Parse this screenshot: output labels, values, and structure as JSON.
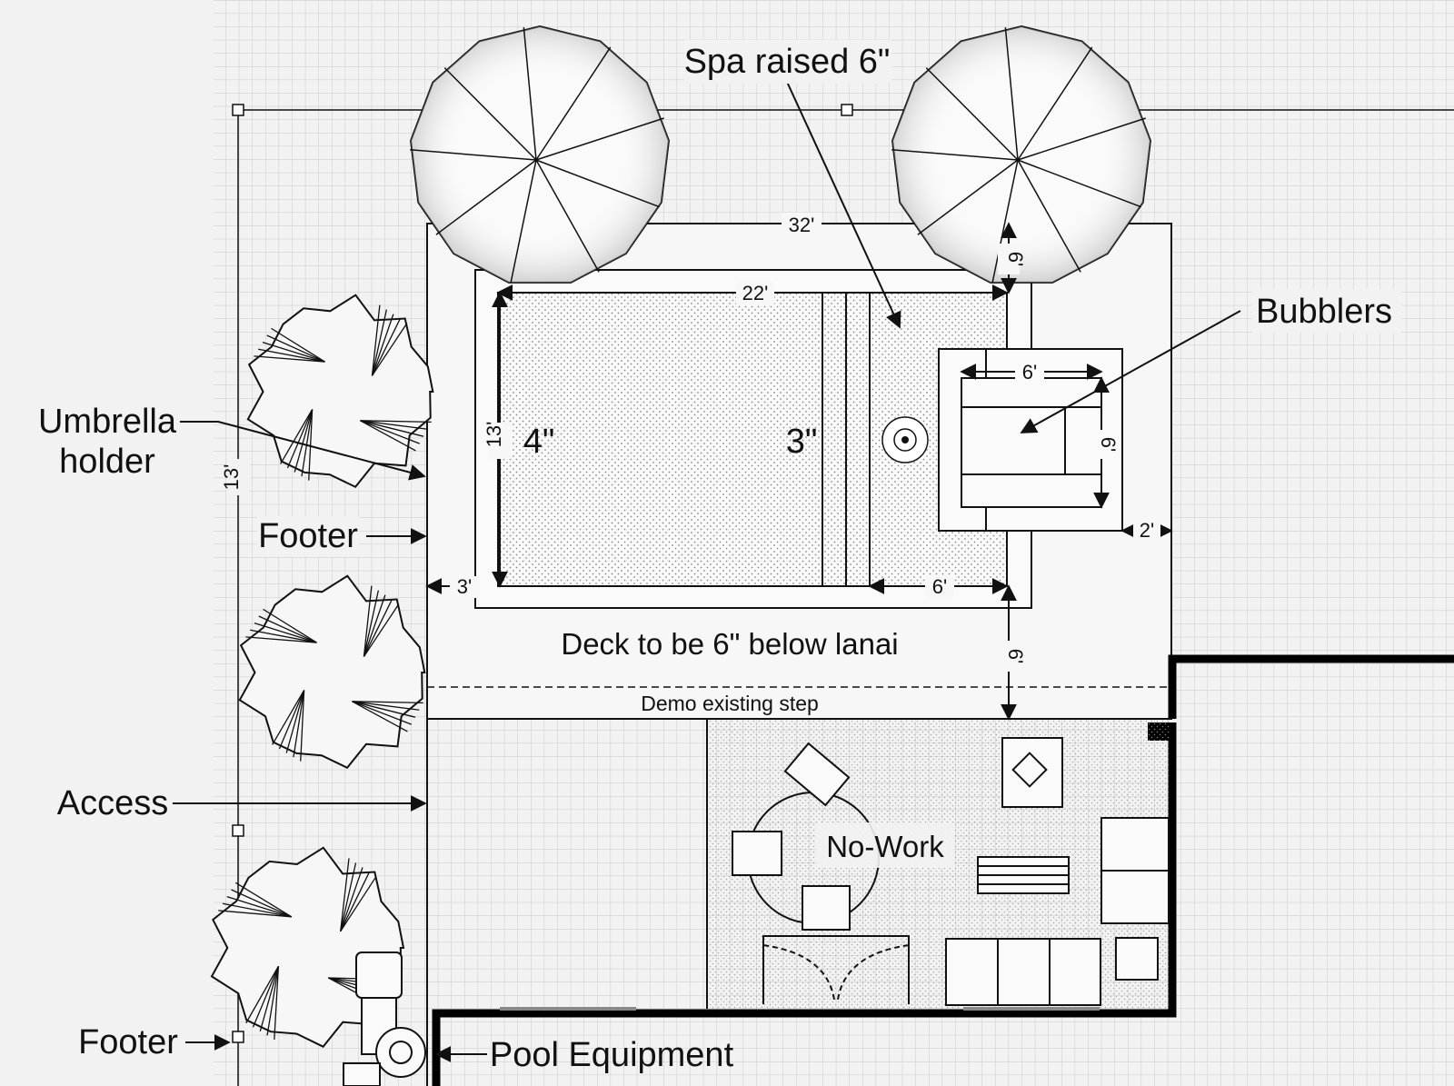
{
  "labels": {
    "spa_raised": "Spa raised 6\"",
    "bubblers": "Bubblers",
    "umbrella_holder_1": "Umbrella",
    "umbrella_holder_2": "holder",
    "footer_1": "Footer",
    "footer_2": "Footer",
    "access": "Access",
    "pool_equipment": "Pool Equipment",
    "deck_note": "Deck to be 6\" below lanai",
    "demo_step": "Demo existing step",
    "no_work": "No-Work",
    "depth_deep": "4\"",
    "depth_shallow": "3\""
  },
  "dimensions": {
    "deck_width": "32'",
    "pool_length": "22'",
    "pool_width": "13'",
    "side_13": "13'",
    "spa_width": "6'",
    "spa_depth": "6'",
    "step_area": "6'",
    "left_offset": "3'",
    "right_offset": "2'",
    "top_offset": "6'",
    "bottom_offset": "6'"
  },
  "colors": {
    "background": "#f2f2f2",
    "grid": "#c9c9c9",
    "line": "#111111",
    "deck": "#f7f7f7",
    "pool_dots": "#8a8a8a",
    "tree_stipple": "#777777"
  }
}
